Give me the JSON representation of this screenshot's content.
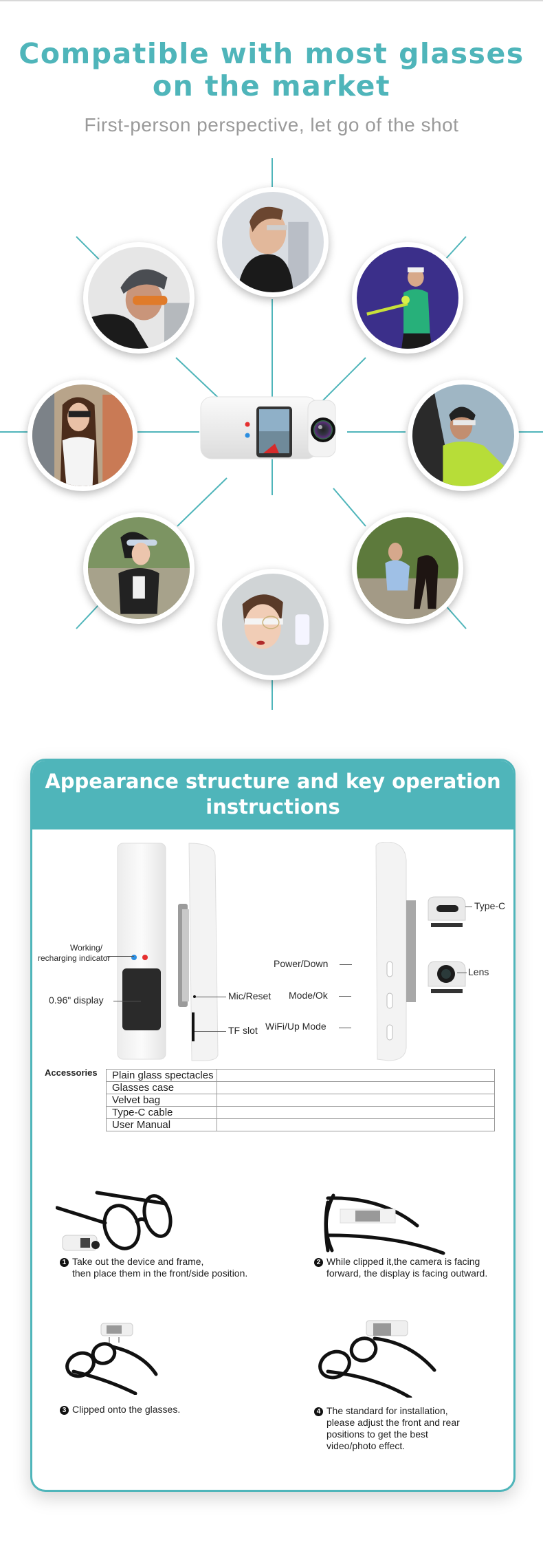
{
  "hero": {
    "title_line1": "Compatible with most glasses",
    "title_line2": "on the market",
    "subtitle": "First-person perspective, let go of the shot",
    "accent_color": "#4fb5ba",
    "center_product": "mini-glasses-camera-with-0.96-display",
    "photos": [
      {
        "position": "top",
        "subject": "man-in-black-scarf-wearing-clip-camera"
      },
      {
        "position": "upper-left",
        "subject": "cyclist-with-helmet-and-sunglasses"
      },
      {
        "position": "upper-right",
        "subject": "female-tennis-player"
      },
      {
        "position": "left",
        "subject": "woman-with-glasses-leaning-on-wall"
      },
      {
        "position": "right",
        "subject": "man-driving-car"
      },
      {
        "position": "lower-left",
        "subject": "female-runner-with-visor"
      },
      {
        "position": "lower-right",
        "subject": "woman-with-dog-on-skateboard"
      },
      {
        "position": "bottom",
        "subject": "woman-taking-selfie"
      }
    ]
  },
  "instructions": {
    "title_line1": "Appearance structure and key operation",
    "title_line2": "instructions",
    "front_labels": {
      "indicator_line1": "Working/",
      "indicator_line2": "recharging indicator",
      "display": "0.96\" display"
    },
    "side_labels": {
      "mic": "Mic/Reset",
      "tf": "TF slot"
    },
    "back_labels": {
      "power": "Power/Down",
      "mode": "Mode/Ok",
      "wifi": "WiFi/Up Mode",
      "typec": "Type-C",
      "lens": "Lens"
    },
    "accessories_label": "Accessories",
    "accessories": [
      {
        "name": "Plain glass spectacles",
        "value": ""
      },
      {
        "name": "Glasses case",
        "value": ""
      },
      {
        "name": "Velvet bag",
        "value": ""
      },
      {
        "name": "Type-C cable",
        "value": ""
      },
      {
        "name": "User Manual",
        "value": ""
      }
    ],
    "steps": [
      {
        "num": "1",
        "line1": "Take out the device and frame,",
        "line2": "then place them in the front/side position."
      },
      {
        "num": "2",
        "line1": "While clipped it,the camera is facing",
        "line2": "forward, the display is facing outward."
      },
      {
        "num": "3",
        "line1": "Clipped onto the glasses."
      },
      {
        "num": "4",
        "line1": "The standard for installation,",
        "line2": "please adjust the front and rear",
        "line3": "positions to get the best",
        "line4": "video/photo effect."
      }
    ]
  }
}
